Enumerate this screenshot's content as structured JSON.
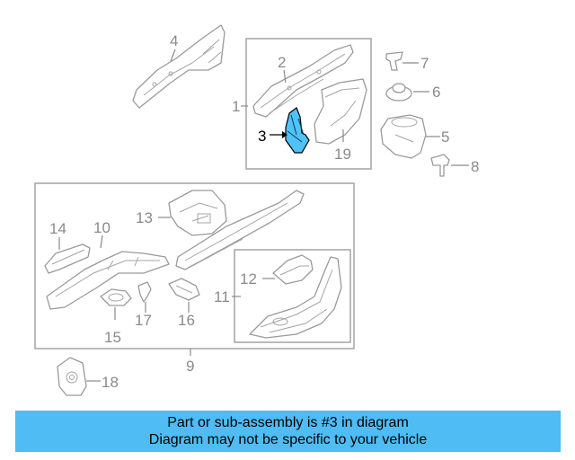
{
  "diagram": {
    "callouts": {
      "c1": "1",
      "c2": "2",
      "c3": "3",
      "c4": "4",
      "c5": "5",
      "c6": "6",
      "c7": "7",
      "c8": "8",
      "c9": "9",
      "c10": "10",
      "c11": "11",
      "c12": "12",
      "c13": "13",
      "c14": "14",
      "c15": "15",
      "c16": "16",
      "c17": "17",
      "c18": "18",
      "c19": "19"
    },
    "highlight_color": "#4fc3f7",
    "highlighted_part": "3"
  },
  "banner": {
    "line1": "Part or sub-assembly is #3 in diagram",
    "line2": "Diagram may not be specific to your vehicle",
    "background": "#4fbcf3"
  }
}
